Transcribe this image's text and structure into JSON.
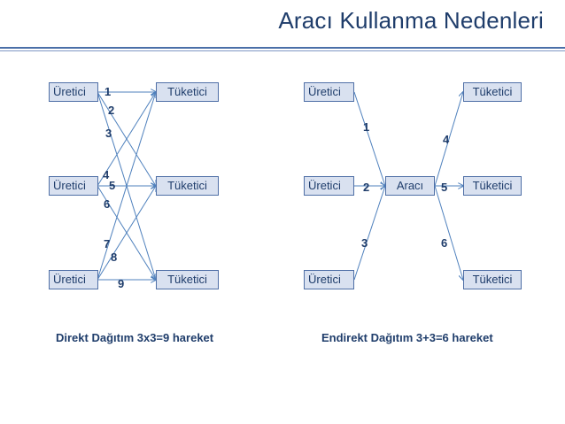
{
  "title": "Aracı Kullanma Nedenleri",
  "colors": {
    "title": "#1f3d6b",
    "node_fill": "#d9e1f0",
    "node_border": "#4f6fa6",
    "arrow": "#4f81bd"
  },
  "left": {
    "producers": [
      "Üretici",
      "Üretici",
      "Üretici"
    ],
    "consumers": [
      "Tüketici",
      "Tüketici",
      "Tüketici"
    ],
    "numbers": [
      "1",
      "2",
      "3",
      "4",
      "5",
      "6",
      "7",
      "8",
      "9"
    ],
    "caption": "Direkt Dağıtım 3x3=9 hareket"
  },
  "right": {
    "producers": [
      "Üretici",
      "Üretici",
      "Üretici"
    ],
    "intermediary": "Aracı",
    "consumers": [
      "Tüketici",
      "Tüketici",
      "Tüketici"
    ],
    "numbers": [
      "1",
      "2",
      "3",
      "4",
      "5",
      "6"
    ],
    "caption": "Endirekt Dağıtım 3+3=6 hareket"
  }
}
